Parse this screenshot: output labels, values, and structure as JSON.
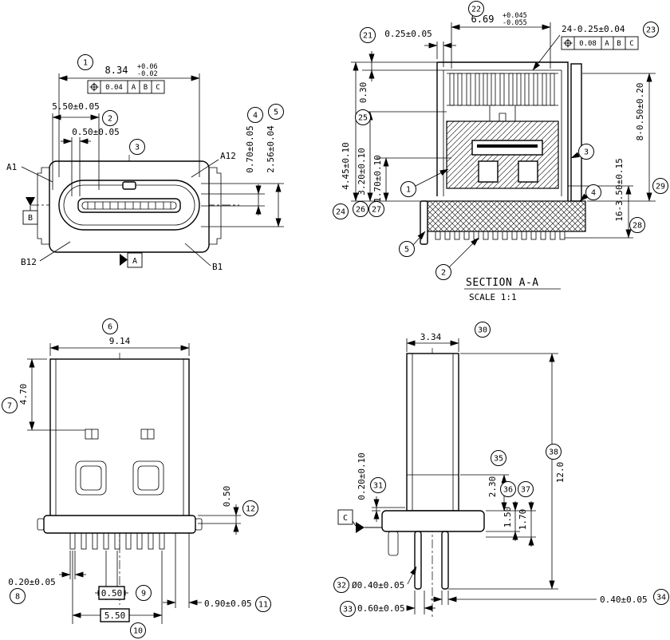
{
  "drawing": {
    "line_color": "#000000",
    "background": "#ffffff",
    "front_view": {
      "dim1_main": "8.34",
      "dim1_tol_plus": "+0.06",
      "dim1_tol_minus": "-0.02",
      "fcf_tol": "0.04",
      "fcf_datum_a": "A",
      "fcf_datum_b": "B",
      "fcf_datum_c": "C",
      "dim2": "5.50±0.05",
      "dim3": "0.50±0.05",
      "dim4": "0.70±0.05",
      "dim5": "2.56±0.04",
      "label_a1": "A1",
      "label_a12": "A12",
      "label_b12": "B12",
      "label_b1": "B1",
      "datum_a": "A",
      "datum_b": "B"
    },
    "section_view": {
      "dim22_main": "6.69",
      "dim22_tol_plus": "+0.045",
      "dim22_tol_minus": "-0.055",
      "dim21": "0.25±0.05",
      "dim23": "24-0.25±0.04",
      "fcf_tol": "0.08",
      "fcf_datum_a": "A",
      "fcf_datum_b": "B",
      "fcf_datum_c": "C",
      "dim25": "0.30",
      "dim24": "4.45±0.10",
      "dim26": "3.20±0.10",
      "dim27": "1.70±0.10",
      "dim29": "8-0.50±0.20",
      "dim28": "16-3.50±0.15",
      "title": "SECTION A-A",
      "scale": "SCALE 1:1"
    },
    "bottom_view": {
      "dim6": "9.14",
      "dim7": "4.70",
      "dim8": "0.20±0.05",
      "dim9": "0.50",
      "dim10": "5.50",
      "dim11": "0.90±0.05",
      "dim12": "0.50"
    },
    "side_view": {
      "dim30": "3.34",
      "dim38": "12.0",
      "dim31": "0.20±0.10",
      "dim35": "2.30",
      "dim36": "1.50",
      "dim37": "1.70",
      "dim32": "Ø0.40±0.05",
      "dim33": "0.60±0.05",
      "dim34": "0.40±0.05",
      "datum_c": "C"
    },
    "balloons": {
      "n1": "1",
      "n2": "2",
      "n3": "3",
      "n4": "4",
      "n5": "5",
      "n6": "6",
      "n7": "7",
      "n8": "8",
      "n9": "9",
      "n10": "10",
      "n11": "11",
      "n12": "12",
      "n21": "21",
      "n22": "22",
      "n23": "23",
      "n24": "24",
      "n25": "25",
      "n26": "26",
      "n27": "27",
      "n28": "28",
      "n29": "29",
      "n30": "30",
      "n31": "31",
      "n32": "32",
      "n33": "33",
      "n34": "34",
      "n35": "35",
      "n36": "36",
      "n37": "37",
      "n38": "38"
    }
  }
}
